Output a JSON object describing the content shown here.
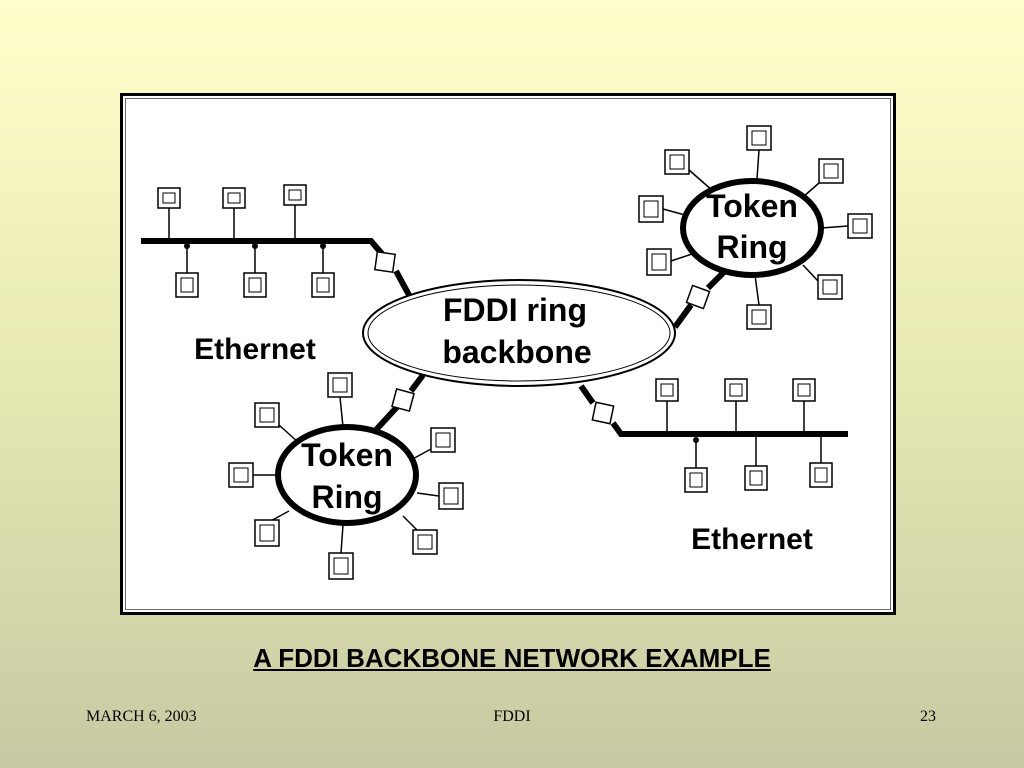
{
  "diagram": {
    "backbone_label_line1": "FDDI ring",
    "backbone_label_line2": "backbone",
    "ethernet_left_label": "Ethernet",
    "ethernet_right_label": "Ethernet",
    "token_ring_top_label_line1": "Token",
    "token_ring_top_label_line2": "Ring",
    "token_ring_bottom_label_line1": "Token",
    "token_ring_bottom_label_line2": "Ring"
  },
  "caption": "A FDDI BACKBONE NETWORK EXAMPLE",
  "footer": {
    "date": "MARCH 6, 2003",
    "title": "FDDI",
    "page": "23"
  }
}
